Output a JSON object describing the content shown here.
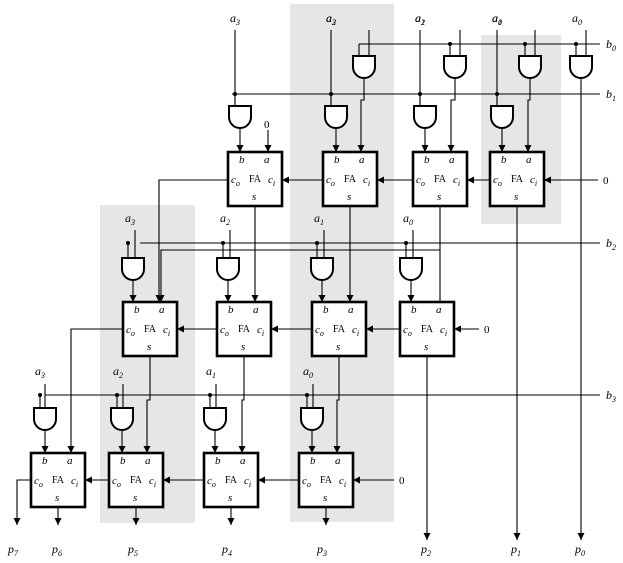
{
  "fa_label": "FA",
  "pins": {
    "b": "b",
    "a": "a",
    "co": "c",
    "co_sub": "o",
    "ci": "c",
    "ci_sub": "i",
    "s": "s"
  },
  "zero": "0",
  "row_inputs": [
    {
      "id": "b0",
      "base": "b",
      "sub": "0"
    },
    {
      "id": "b1",
      "base": "b",
      "sub": "1"
    },
    {
      "id": "b2",
      "base": "b",
      "sub": "2"
    },
    {
      "id": "b3",
      "base": "b",
      "sub": "3"
    }
  ],
  "gate_inputs": {
    "row0": [
      {
        "base": "a",
        "sub": "3"
      },
      {
        "base": "a",
        "sub": "2"
      },
      {
        "base": "a",
        "sub": "1"
      },
      {
        "base": "a",
        "sub": "0"
      }
    ],
    "row1": [
      {
        "base": "a",
        "sub": "3"
      },
      {
        "base": "a",
        "sub": "2"
      },
      {
        "base": "a",
        "sub": "1"
      },
      {
        "base": "a",
        "sub": "0"
      }
    ],
    "row2": [
      {
        "base": "a",
        "sub": "3"
      },
      {
        "base": "a",
        "sub": "2"
      },
      {
        "base": "a",
        "sub": "1"
      },
      {
        "base": "a",
        "sub": "0"
      }
    ],
    "row3": [
      {
        "base": "a",
        "sub": "3"
      },
      {
        "base": "a",
        "sub": "2"
      },
      {
        "base": "a",
        "sub": "1"
      },
      {
        "base": "a",
        "sub": "0"
      }
    ]
  },
  "products": [
    {
      "base": "p",
      "sub": "7"
    },
    {
      "base": "p",
      "sub": "6"
    },
    {
      "base": "p",
      "sub": "5"
    },
    {
      "base": "p",
      "sub": "4"
    },
    {
      "base": "p",
      "sub": "3"
    },
    {
      "base": "p",
      "sub": "2"
    },
    {
      "base": "p",
      "sub": "1"
    },
    {
      "base": "p",
      "sub": "0"
    }
  ]
}
